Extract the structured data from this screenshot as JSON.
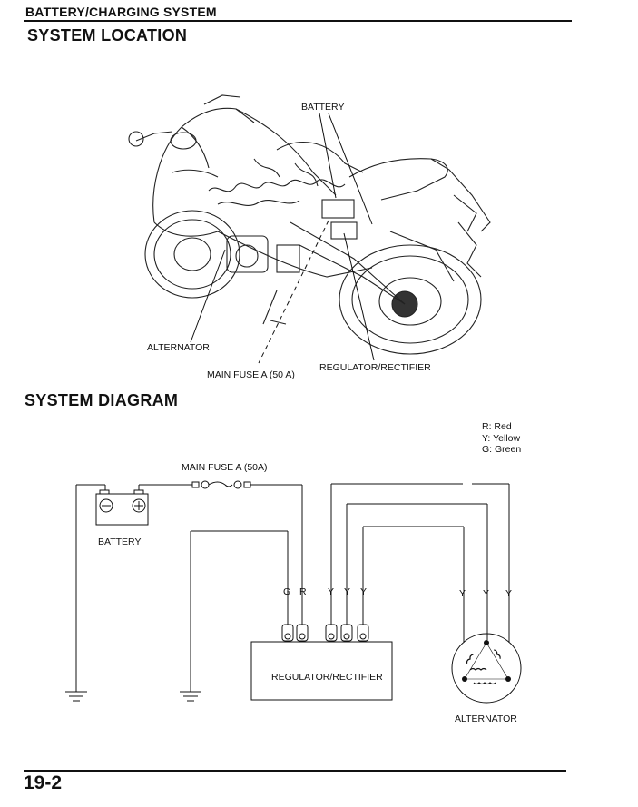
{
  "header": {
    "section": "BATTERY/CHARGING SYSTEM"
  },
  "location": {
    "title": "SYSTEM LOCATION",
    "labels": {
      "battery": "BATTERY",
      "alternator": "ALTERNATOR",
      "fuse": "MAIN FUSE A (50 A)",
      "regulator": "REGULATOR/RECTIFIER"
    }
  },
  "diagram": {
    "title": "SYSTEM DIAGRAM",
    "legend": [
      "R: Red",
      "Y: Yellow",
      "G: Green"
    ],
    "fuse_label": "MAIN FUSE A (50A)",
    "battery_label": "BATTERY",
    "regulator_label": "REGULATOR/RECTIFIER",
    "alternator_label": "ALTERNATOR",
    "wire_letters": [
      "G",
      "R",
      "Y",
      "Y",
      "Y"
    ],
    "alternator_letters": [
      "Y",
      "Y",
      "Y"
    ],
    "battery_symbols": [
      "⊖",
      "⊕"
    ]
  },
  "footer": {
    "page": "19-2"
  }
}
